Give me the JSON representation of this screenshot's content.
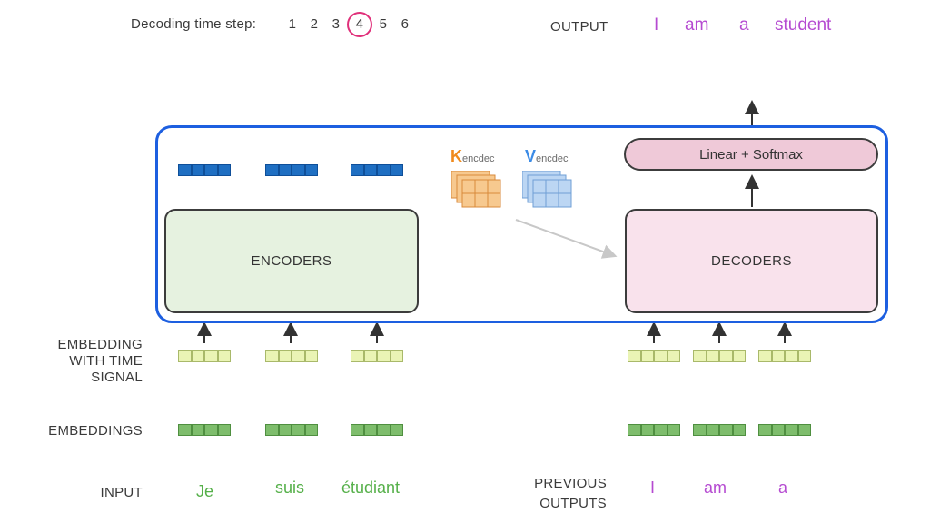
{
  "header": {
    "time_step_label": "Decoding time step:",
    "time_steps": [
      "1",
      "2",
      "3",
      "4",
      "5",
      "6"
    ],
    "current_step": "4",
    "output_label": "OUTPUT",
    "output_words": [
      "I",
      "am",
      "a",
      "student"
    ]
  },
  "model": {
    "encoders_label": "ENCODERS",
    "decoders_label": "DECODERS",
    "linear_label": "Linear + Softmax",
    "k_letter": "K",
    "k_sub": "encdec",
    "v_letter": "V",
    "v_sub": "encdec"
  },
  "rows": {
    "embedding_time_label": [
      "EMBEDDING",
      "WITH TIME",
      "SIGNAL"
    ],
    "embeddings_label": "EMBEDDINGS",
    "input_label": "INPUT",
    "previous_outputs_label": [
      "PREVIOUS",
      "OUTPUTS"
    ]
  },
  "inputs": [
    "Je",
    "suis",
    "étudiant"
  ],
  "previous_outputs": [
    "I",
    "am",
    "a"
  ],
  "colors": {
    "container": "#1d5fe0",
    "output_word": "#b54ad1",
    "input_word": "#56b04a",
    "k_color": "#f08a1c",
    "v_color": "#3b8be6",
    "step_circle": "#e0307a"
  }
}
